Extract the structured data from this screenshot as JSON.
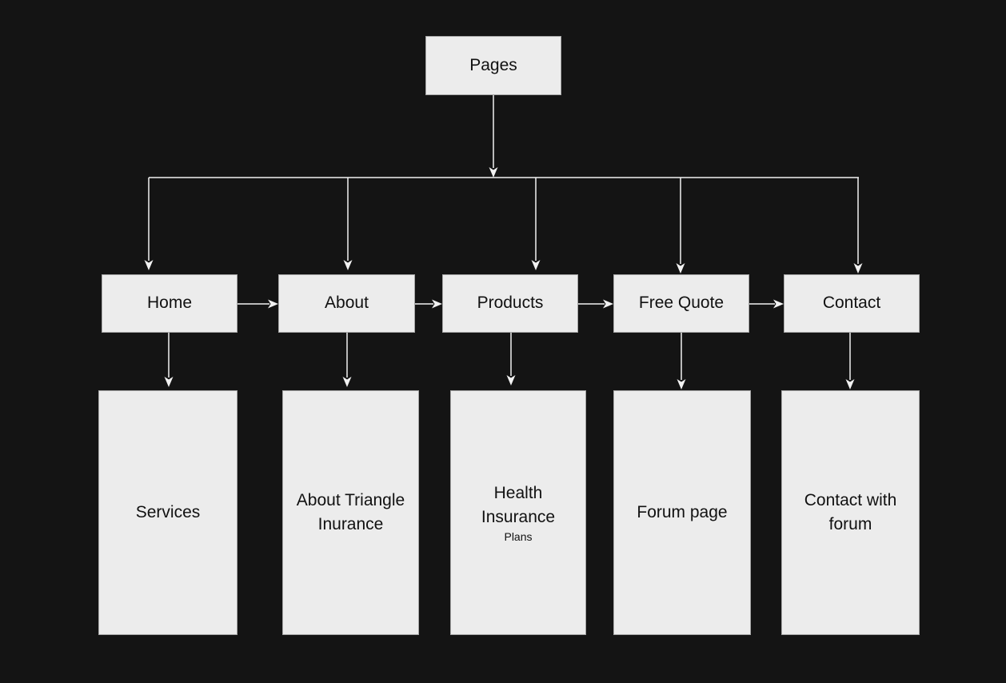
{
  "theme": {
    "canvas-bg": "#141414",
    "node-fill": "#ececec",
    "node-border": "#a6a6a6",
    "node-text": "#111111",
    "arrow": "#f2f2f2"
  },
  "nodes": {
    "pages": {
      "label": "Pages"
    },
    "home": {
      "label": "Home"
    },
    "about": {
      "label": "About"
    },
    "products": {
      "label": "Products"
    },
    "free_quote": {
      "label": "Free Quote"
    },
    "contact": {
      "label": "Contact"
    },
    "services": {
      "label": "Services"
    },
    "about_triangle": {
      "label": "About Triangle\nInurance"
    },
    "health": {
      "label": "Health\nInsurance",
      "sub": "Plans"
    },
    "forum": {
      "label": "Forum page"
    },
    "contact_forum": {
      "label": "Contact with\nforum"
    }
  }
}
